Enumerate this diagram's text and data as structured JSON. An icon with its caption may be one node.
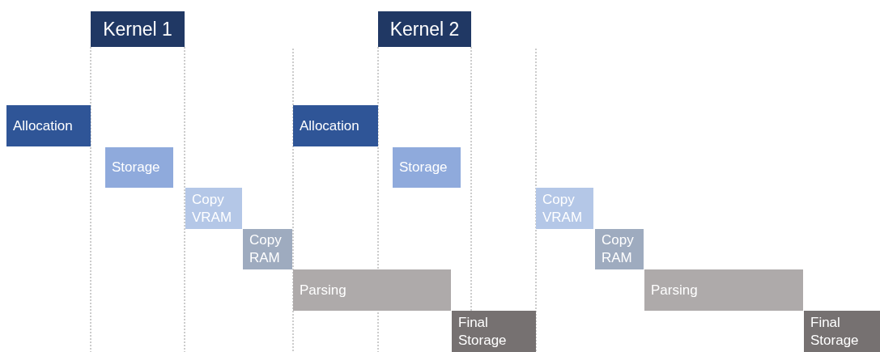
{
  "diagram": {
    "nodes": [
      {
        "text": [
          "Kernel 1"
        ]
      },
      {
        "text": [
          "Kernel 2"
        ]
      },
      {
        "text": [
          "Allocation"
        ]
      },
      {
        "text": [
          "Storage"
        ]
      },
      {
        "text": [
          "Copy VRAM"
        ]
      },
      {
        "text": [
          "Copy RAM"
        ]
      },
      {
        "text": [
          "Parsing"
        ]
      },
      {
        "text": [
          "Final Storage"
        ]
      },
      {
        "text": [
          "Allocation"
        ]
      },
      {
        "text": [
          "Storage"
        ]
      },
      {
        "text": [
          "Copy VRAM"
        ]
      },
      {
        "text": [
          "Copy RAM"
        ]
      },
      {
        "text": [
          "Parsing"
        ]
      },
      {
        "text": [
          "Final Storage"
        ]
      }
    ],
    "edges": []
  }
}
